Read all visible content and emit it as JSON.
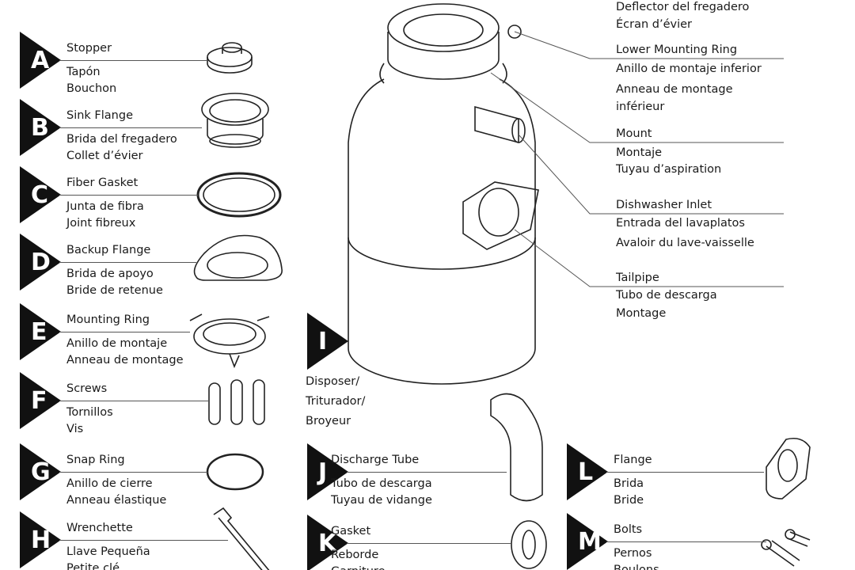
{
  "parts": [
    {
      "letter": "A",
      "en": "Stopper",
      "es": "Tapón",
      "fr": "Bouchon"
    },
    {
      "letter": "B",
      "en": "Sink Flange",
      "es": "Brida del fregadero",
      "fr": "Collet d’évier"
    },
    {
      "letter": "C",
      "en": "Fiber Gasket",
      "es": "Junta de fibra",
      "fr": "Joint fibreux"
    },
    {
      "letter": "D",
      "en": "Backup Flange",
      "es": "Brida de apoyo",
      "fr": "Bride de retenue"
    },
    {
      "letter": "E",
      "en": "Mounting Ring",
      "es": "Anillo de montaje",
      "fr": "Anneau de montage"
    },
    {
      "letter": "F",
      "en": "Screws",
      "es": "Tornillos",
      "fr": "Vis"
    },
    {
      "letter": "G",
      "en": "Snap Ring",
      "es": "Anillo de cierre",
      "fr": "Anneau élastique"
    },
    {
      "letter": "H",
      "en": "Wrenchette",
      "es": "Llave Pequeña",
      "fr": "Petite clé"
    },
    {
      "letter": "I",
      "en": "Disposer/",
      "es": "Triturador/",
      "fr": "Broyeur"
    },
    {
      "letter": "J",
      "en": "Discharge Tube",
      "es": "Tubo de descarga",
      "fr": "Tuyau de vidange"
    },
    {
      "letter": "K",
      "en": "Gasket",
      "es": "Reborde",
      "fr": "Garniture"
    },
    {
      "letter": "L",
      "en": "Flange",
      "es": "Brida",
      "fr": "Bride"
    },
    {
      "letter": "M",
      "en": "Bolts",
      "es": "Pernos",
      "fr": "Boulons"
    }
  ],
  "disposer_parts": [
    {
      "en": "",
      "es": "Deflector del fregadero",
      "fr": "Écran d’évier"
    },
    {
      "en": "Lower Mounting Ring",
      "es": "Anillo de montaje inferior",
      "fr": "Anneau de montage",
      "fr2": "inférieur"
    },
    {
      "en": "Mount",
      "es": "Montaje",
      "fr": "Tuyau d’aspiration"
    },
    {
      "en": "Dishwasher Inlet",
      "es": "Entrada del lavaplatos",
      "fr": "Avaloir du lave-vaisselle"
    },
    {
      "en": "Tailpipe",
      "es": "Tubo de descarga",
      "fr": "Montage"
    }
  ]
}
